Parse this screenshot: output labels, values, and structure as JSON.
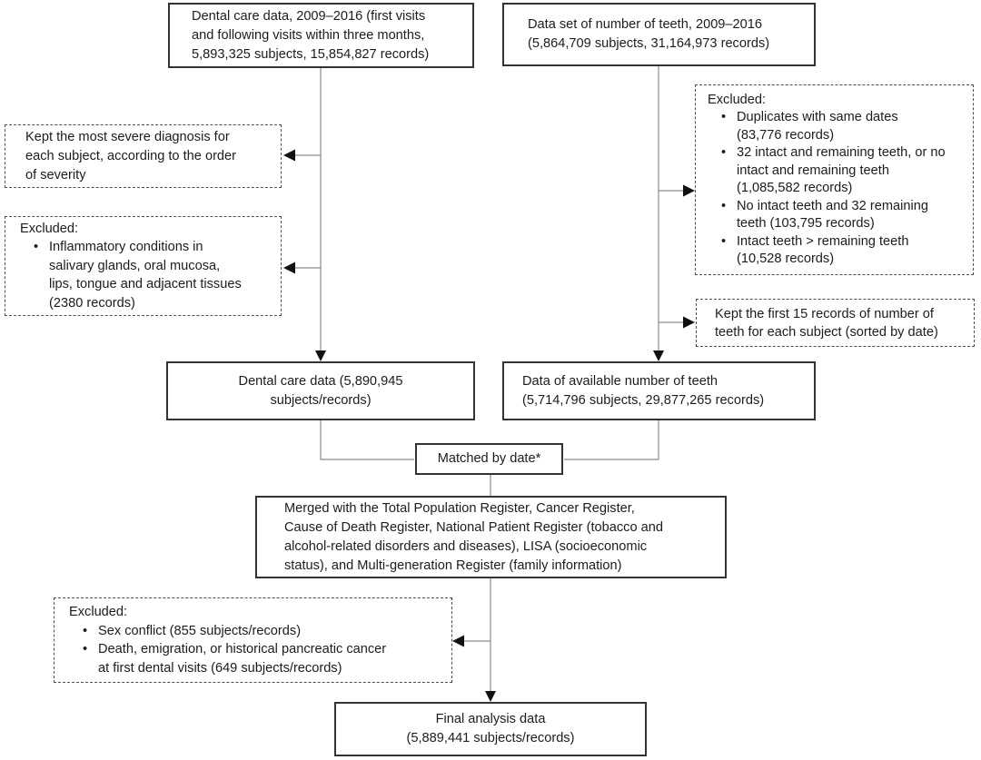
{
  "glyphs": {
    "bullet": "•"
  },
  "colors": {
    "background": "#ffffff",
    "solid_box_border": "#333333",
    "dashed_box_border": "#4d4d4d",
    "connector_line": "#8c8c8c",
    "arrowhead": "#111111",
    "text": "#1c1c1c"
  },
  "boxes": {
    "dental_source": {
      "text": "Dental care data, 2009–2016 (first visits\nand following visits within three months,\n5,893,325 subjects, 15,854,827 records)"
    },
    "teeth_source": {
      "text": "Data set of number of teeth, 2009–2016\n(5,864,709 subjects, 31,164,973 records)"
    },
    "kept_severe": {
      "text": "Kept the most severe diagnosis for\neach subject, according to the order\nof severity"
    },
    "excluded_dental": {
      "label": "Excluded:",
      "items": [
        "Inflammatory conditions in\nsalivary glands, oral mucosa,\nlips, tongue and adjacent tissues\n(2380 records)"
      ]
    },
    "excluded_teeth": {
      "label": "Excluded:",
      "items": [
        "Duplicates with same dates\n(83,776 records)",
        "32 intact and remaining teeth, or no\nintact and remaining teeth\n(1,085,582 records)",
        "No intact teeth and 32 remaining\nteeth (103,795 records)",
        "Intact teeth > remaining teeth\n(10,528 records)"
      ]
    },
    "kept_first15": {
      "text": "Kept the first 15 records of number of\nteeth for each subject (sorted by date)"
    },
    "dental_clean": {
      "text": "Dental care data (5,890,945\nsubjects/records)"
    },
    "teeth_clean": {
      "text": "Data of available number of teeth\n(5,714,796 subjects, 29,877,265 records)"
    },
    "matched": {
      "text": "Matched by date*"
    },
    "merged": {
      "text": "Merged with the Total Population Register, Cancer Register,\nCause of Death Register, National Patient Register (tobacco and\nalcohol-related disorders and diseases), LISA (socioeconomic\nstatus), and Multi-generation Register (family information)"
    },
    "excluded_merge": {
      "label": "Excluded:",
      "items": [
        "Sex conflict (855 subjects/records)",
        "Death, emigration, or historical pancreatic cancer\nat first dental visits (649 subjects/records)"
      ]
    },
    "final": {
      "text": "Final analysis data\n(5,889,441 subjects/records)"
    }
  }
}
